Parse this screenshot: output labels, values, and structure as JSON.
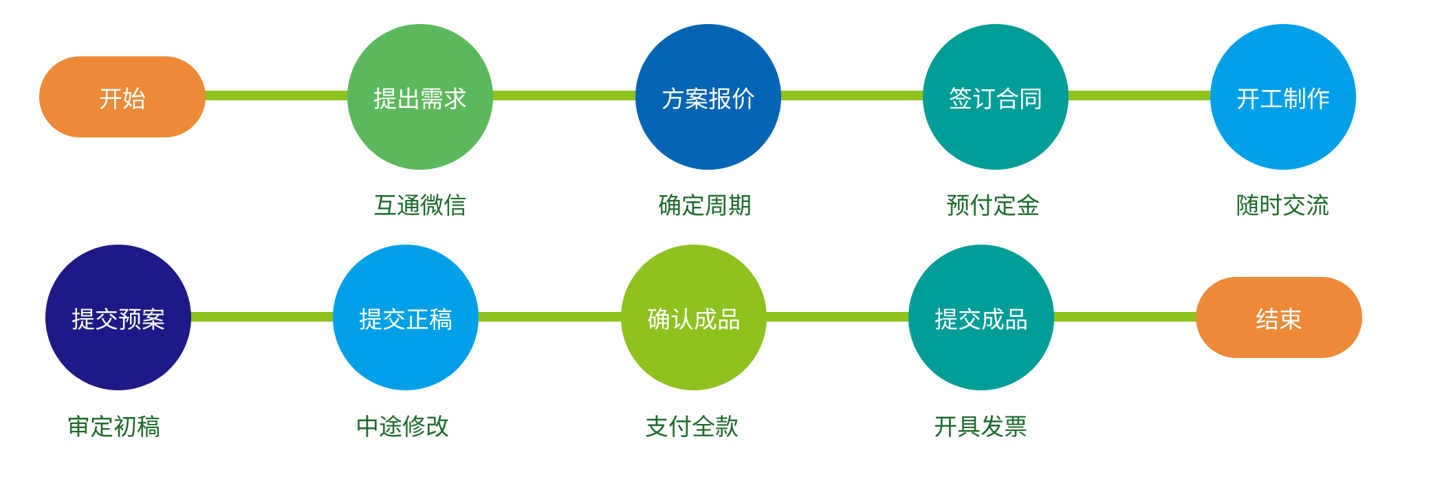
{
  "colors": {
    "orange": "#ec8a38",
    "green": "#5cb85c",
    "blue_dark": "#0565b4",
    "teal": "#009e96",
    "sky": "#00a0e9",
    "navy": "#1d1a87",
    "lime": "#8dc21f",
    "label_green": "#1b6b2a",
    "connector": "#8dc21f"
  },
  "row1": {
    "start": "开始",
    "nodes": [
      {
        "label": "提出需求",
        "sub": "互通微信",
        "color": "#5cb85c"
      },
      {
        "label": "方案报价",
        "sub": "确定周期",
        "color": "#0565b4"
      },
      {
        "label": "签订合同",
        "sub": "预付定金",
        "color": "#009e96"
      },
      {
        "label": "开工制作",
        "sub": "随时交流",
        "color": "#00a0e9"
      }
    ]
  },
  "row2": {
    "nodes": [
      {
        "label": "提交预案",
        "sub": "审定初稿",
        "color": "#1d1a87"
      },
      {
        "label": "提交正稿",
        "sub": "中途修改",
        "color": "#00a0e9"
      },
      {
        "label": "确认成品",
        "sub": "支付全款",
        "color": "#8dc21f"
      },
      {
        "label": "提交成品",
        "sub": "开具发票",
        "color": "#009e96"
      }
    ],
    "end": "结束"
  }
}
